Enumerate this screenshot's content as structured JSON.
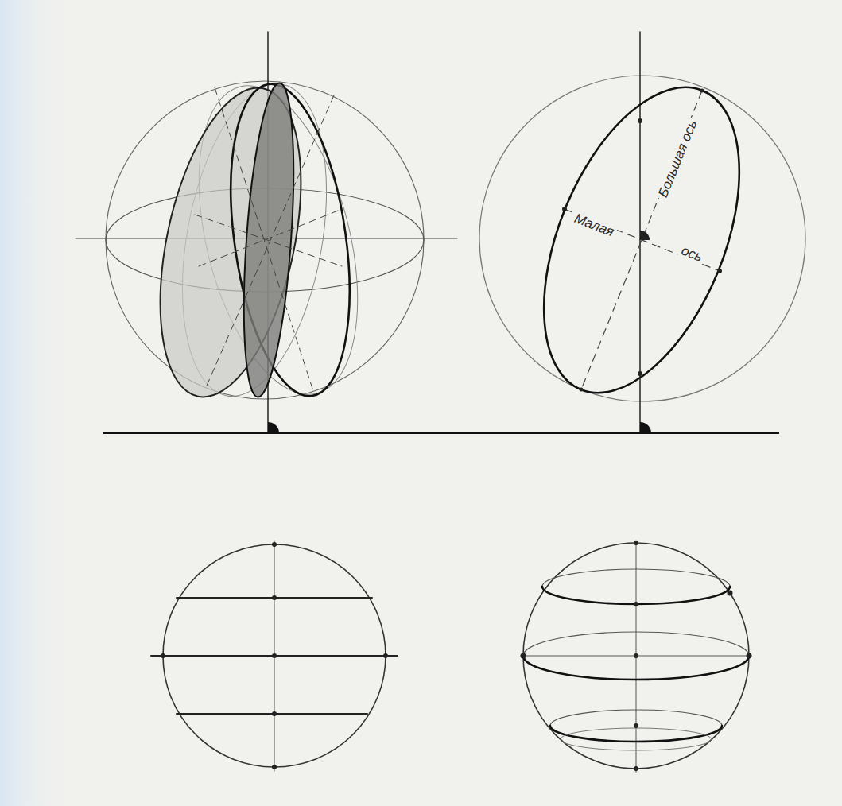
{
  "diagram": {
    "labels": [
      "Большая ось",
      "Малая",
      "ось"
    ]
  }
}
